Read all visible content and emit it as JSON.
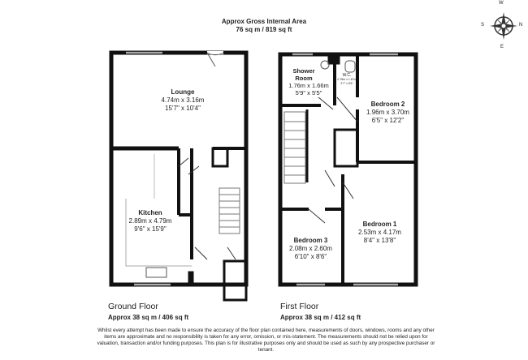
{
  "header": {
    "title": "Approx Gross Internal Area",
    "area": "76 sq m / 819 sq ft"
  },
  "compass": {
    "top": "W",
    "right": "N",
    "bottom": "E",
    "left": "S"
  },
  "ground_floor": {
    "title": "Ground Floor",
    "area": "Approx 38 sq m / 406 sq ft",
    "rooms": [
      {
        "name": "Lounge",
        "metric": "4.74m x 3.16m",
        "imperial": "15'7\" x 10'4\""
      },
      {
        "name": "Kitchen",
        "metric": "2.89m x 4.79m",
        "imperial": "9'6\" x 15'9\""
      }
    ]
  },
  "first_floor": {
    "title": "First Floor",
    "area": "Approx 38 sq m / 412 sq ft",
    "rooms": [
      {
        "name": "Shower Room",
        "metric": "1.76m x 1.66m",
        "imperial": "5'9\" x 5'5\""
      },
      {
        "name": "W.C.",
        "metric": "0.78m x 1.67m",
        "imperial": "2'7\" x 5'6\""
      },
      {
        "name": "Bedroom 2",
        "metric": "1.96m x 3.70m",
        "imperial": "6'5\" x 12'2\""
      },
      {
        "name": "Bedroom 1",
        "metric": "2.53m x 4.17m",
        "imperial": "8'4\" x 13'8\""
      },
      {
        "name": "Bedroom 3",
        "metric": "2.08m x 2.60m",
        "imperial": "6'10\" x 8'6\""
      }
    ]
  },
  "disclaimer": "Whilst every attempt has been made to ensure the accuracy of the floor plan contained here, measurements of doors, windows, rooms and any other items are approximate and no responsibility is taken for any error, omission, or mis-statement. The measurements should not be relied upon for valuation, transaction and/or funding purposes. This plan is for illustrative purposes only and should be used as such by any prospective purchaser or tenant."
}
